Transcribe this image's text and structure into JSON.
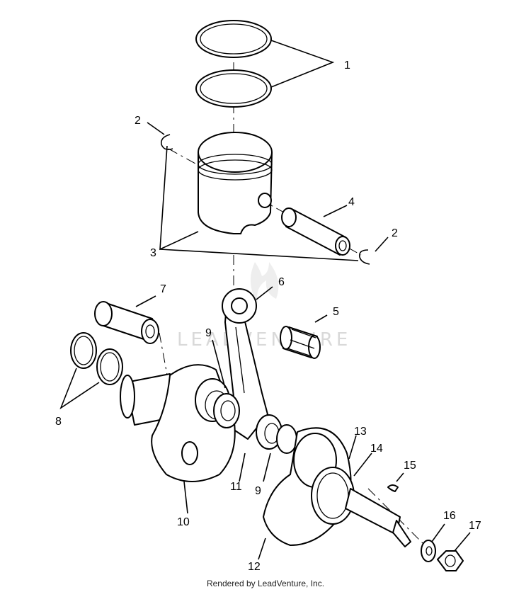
{
  "watermark": {
    "brand": "LEADVENTURE"
  },
  "credit": "Rendered by LeadVenture, Inc.",
  "callouts": [
    {
      "id": "c1",
      "label": "1"
    },
    {
      "id": "c2a",
      "label": "2"
    },
    {
      "id": "c2b",
      "label": "2"
    },
    {
      "id": "c3",
      "label": "3"
    },
    {
      "id": "c4",
      "label": "4"
    },
    {
      "id": "c5",
      "label": "5"
    },
    {
      "id": "c6",
      "label": "6"
    },
    {
      "id": "c7",
      "label": "7"
    },
    {
      "id": "c8",
      "label": "8"
    },
    {
      "id": "c9a",
      "label": "9"
    },
    {
      "id": "c9b",
      "label": "9"
    },
    {
      "id": "c10",
      "label": "10"
    },
    {
      "id": "c11",
      "label": "11"
    },
    {
      "id": "c12",
      "label": "12"
    },
    {
      "id": "c13",
      "label": "13"
    },
    {
      "id": "c14",
      "label": "14"
    },
    {
      "id": "c15",
      "label": "15"
    },
    {
      "id": "c16",
      "label": "16"
    },
    {
      "id": "c17",
      "label": "17"
    }
  ]
}
